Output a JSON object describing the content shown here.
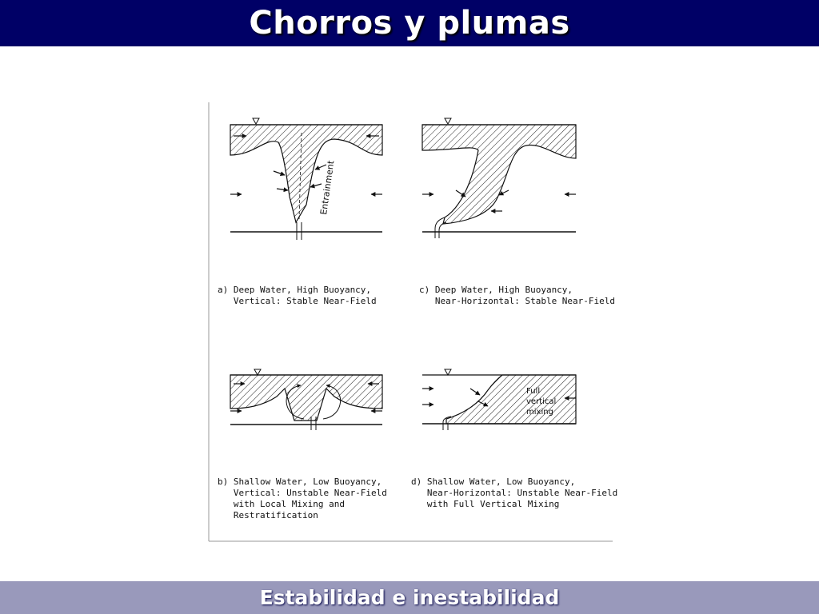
{
  "header": {
    "title": "Chorros y plumas"
  },
  "footer": {
    "title": "Estabilidad e inestabilidad"
  },
  "colors": {
    "header_bg": "#000066",
    "footer_bg": "#9999bb",
    "text_light": "#ffffff",
    "line": "#111111"
  },
  "figure": {
    "entrainment_label": "Entrainment",
    "full_mixing_label": [
      "Full",
      "vertical",
      "mixing"
    ],
    "panels": {
      "a": {
        "lines": [
          "a) Deep Water, High Buoyancy,",
          "   Vertical: Stable Near-Field"
        ]
      },
      "b": {
        "lines": [
          "b) Shallow Water, Low Buoyancy,",
          "   Vertical: Unstable Near-Field",
          "   with Local Mixing and",
          "   Restratification"
        ]
      },
      "c": {
        "lines": [
          "c) Deep Water, High Buoyancy,",
          "   Near-Horizontal: Stable Near-Field"
        ]
      },
      "d": {
        "lines": [
          "d) Shallow Water, Low Buoyancy,",
          "   Near-Horizontal: Unstable Near-Field",
          "   with Full Vertical Mixing"
        ]
      }
    }
  }
}
